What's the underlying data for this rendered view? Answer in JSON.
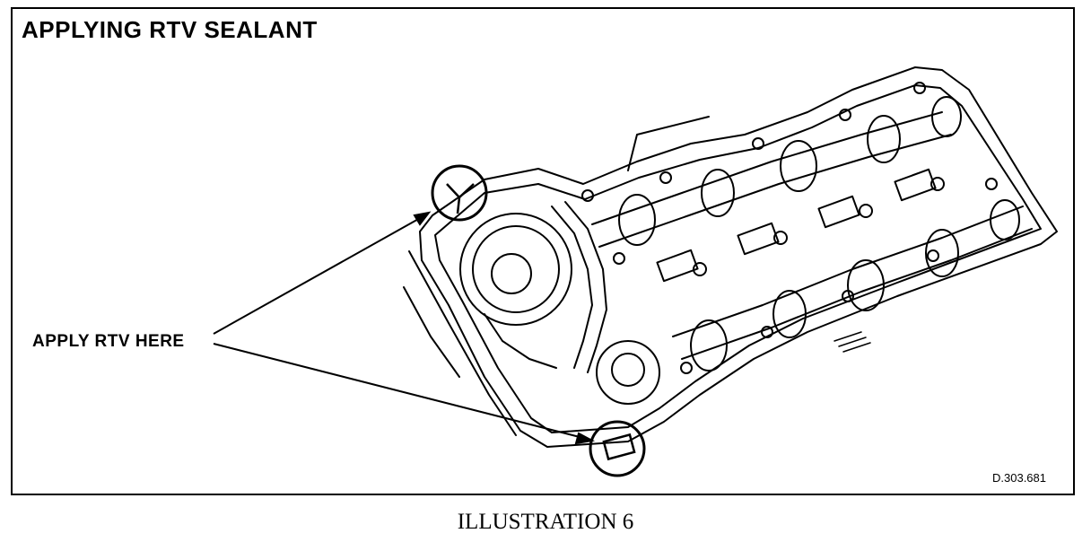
{
  "diagram": {
    "title": "APPLYING RTV SEALANT",
    "callout_label": "APPLY RTV HERE",
    "drawing_code": "D.303.681",
    "caption": "ILLUSTRATION 6",
    "subject_icon": "cylinder-head-camshaft-icon"
  }
}
